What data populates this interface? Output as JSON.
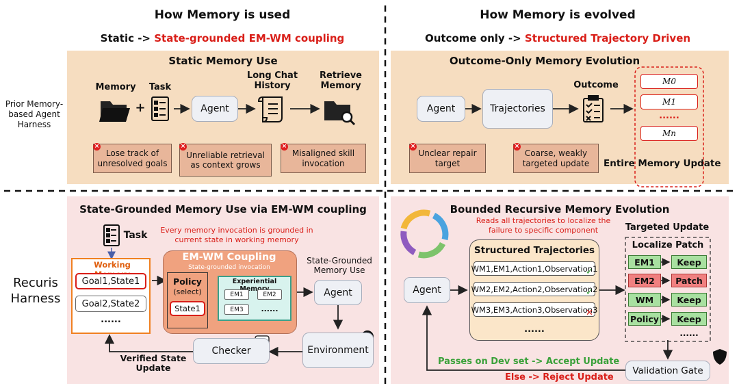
{
  "top_left": {
    "title": "How Memory is used",
    "subtitle_prefix": "Static ->",
    "subtitle_highlight": "State-grounded EM-WM coupling",
    "panel_title": "Static Memory Use",
    "memory_label": "Memory",
    "plus": "+",
    "task_label": "Task",
    "agent_label": "Agent",
    "chat_label_1": "Long Chat",
    "chat_label_2": "History",
    "retrieve_label_1": "Retrieve",
    "retrieve_label_2": "Memory",
    "failures": [
      "Lose track of unresolved goals",
      "Unreliable retrieval as context grows",
      "Misaligned skill invocation"
    ]
  },
  "top_right": {
    "title": "How Memory is evolved",
    "subtitle_prefix": "Outcome only ->",
    "subtitle_highlight": "Structured Trajectory Driven",
    "panel_title": "Outcome-Only Memory Evolution",
    "agent_label": "Agent",
    "traj_label": "Trajectories",
    "outcome_label": "Outcome",
    "memories": [
      "M0",
      "M1",
      "......",
      "Mn"
    ],
    "failures": [
      "Unclear repair target",
      "Coarse, weakly targeted update"
    ],
    "entire_update": "Entire Memory Update"
  },
  "row_labels": {
    "prior": [
      "Prior Memory-",
      "based Agent",
      "Harness"
    ],
    "recuris": [
      "Recuris",
      "Harness"
    ]
  },
  "bottom_left": {
    "panel_title": "State-Grounded Memory Use via EM-WM coupling",
    "task_label": "Task",
    "note_1": "Every memory invocation is grounded in",
    "note_2": "current state in working memory",
    "wm_title": "Working Memory",
    "wm_items": [
      "Goal1,State1",
      "Goal2,State2",
      "......"
    ],
    "coupling_title": "EM-WM Coupling",
    "coupling_sub": "State-grounded invocation",
    "policy_1": "Policy",
    "policy_2": "(select)",
    "state_label": "State1",
    "exp_title": "Experiential Memory",
    "em_items": [
      "EM1",
      "EM2",
      "EM3",
      "......"
    ],
    "sgmu_1": "State-Grounded",
    "sgmu_2": "Memory Use",
    "agent_label": "Agent",
    "env_label": "Environment",
    "checker_label": "Checker",
    "verified_1": "Verified State",
    "verified_2": "Update"
  },
  "bottom_right": {
    "panel_title": "Bounded Recursive Memory Evolution",
    "note_1": "Reads all trajectories to localize the",
    "note_2": "failure to specific component",
    "agent_label": "Agent",
    "struct_title": "Structured Trajectories",
    "trajectories": [
      {
        "text": "WM1,EM1,Action1,Observation1",
        "mark": "✓"
      },
      {
        "text": "WM2,EM2,Action2,Observation2",
        "mark": "✓"
      },
      {
        "text": "WM3,EM3,Action3,Observation3",
        "mark": "✕"
      }
    ],
    "traj_more": "......",
    "targeted_update": "Targeted Update",
    "localize_patch": "Localize Patch",
    "patch_rows": [
      {
        "comp": "EM1",
        "action": "Keep",
        "status": "ok"
      },
      {
        "comp": "EM2",
        "action": "Patch",
        "status": "bad"
      },
      {
        "comp": "WM",
        "action": "Keep",
        "status": "ok"
      },
      {
        "comp": "Policy",
        "action": "Keep",
        "status": "ok"
      }
    ],
    "patch_more": "......",
    "accept": "Passes on Dev set -> Accept Update",
    "reject": "Else -> Reject Update",
    "gate_label": "Validation Gate"
  },
  "colors": {
    "panel_top": "#f6ddc0",
    "panel_bottom": "#f9e3e3",
    "failure_box": "#e8b69a",
    "accent_red": "#d91e18",
    "accent_green": "#3aa13a",
    "coupling": "#f0a27f",
    "experiential": "#d8f3ee"
  }
}
